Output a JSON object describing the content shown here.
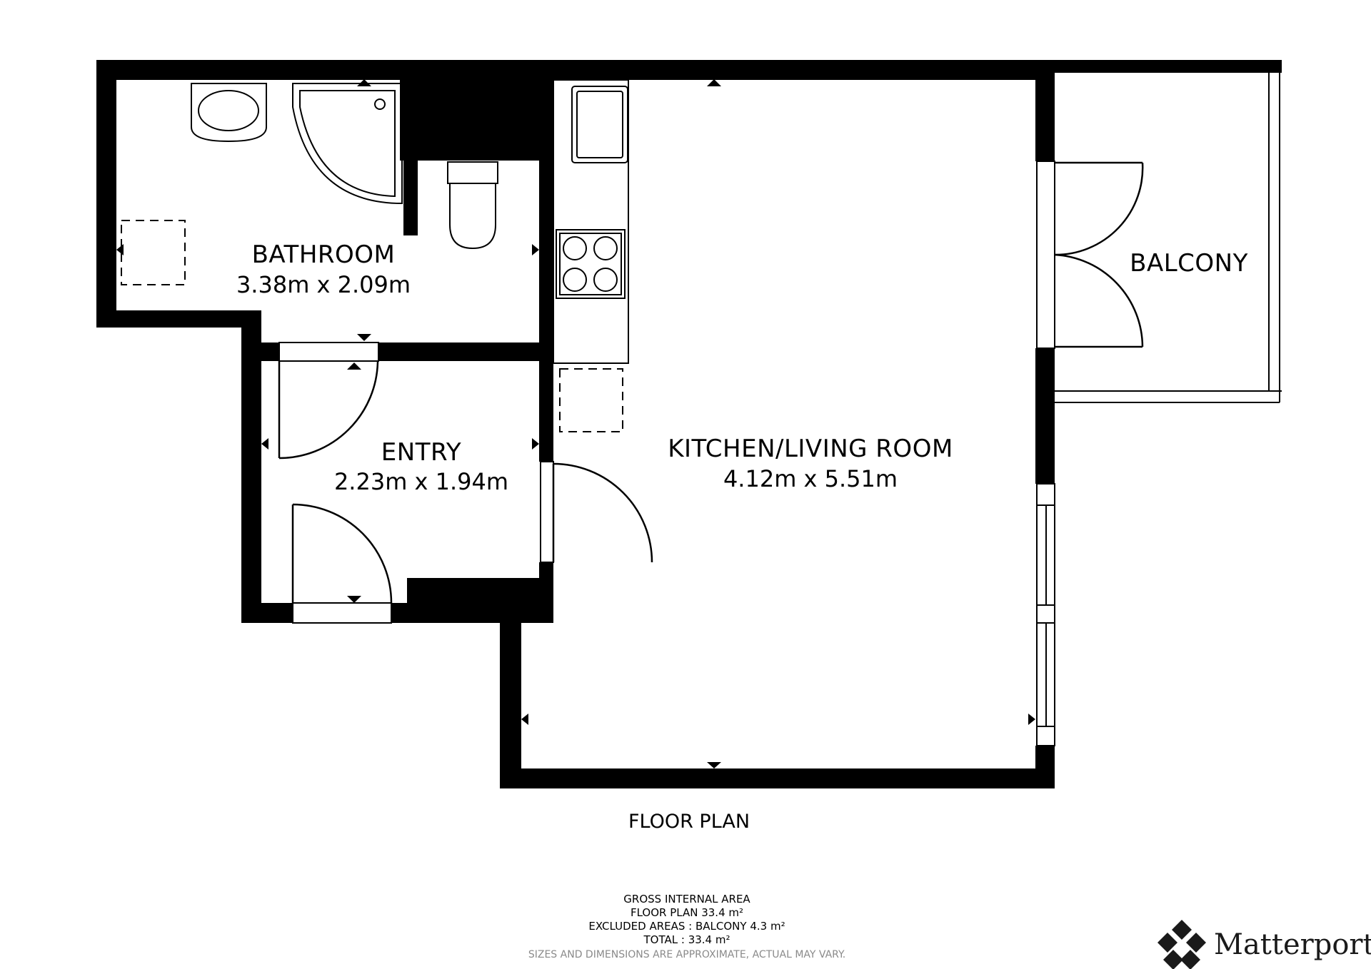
{
  "rooms": {
    "bathroom": {
      "name": "BATHROOM",
      "dims": "3.38m x 2.09m"
    },
    "entry": {
      "name": "ENTRY",
      "dims": "2.23m x 1.94m"
    },
    "kitchen_living": {
      "name": "KITCHEN/LIVING ROOM",
      "dims": "4.12m x 5.51m"
    },
    "balcony": {
      "name": "BALCONY"
    }
  },
  "caption": "FLOOR PLAN",
  "area_summary": {
    "heading": "GROSS INTERNAL AREA",
    "floor_plan": "FLOOR PLAN 33.4 m²",
    "excluded": "EXCLUDED AREAS :  BALCONY 4.3 m²",
    "total": "TOTAL :  33.4 m²",
    "note": "SIZES AND DIMENSIONS ARE APPROXIMATE, ACTUAL MAY VARY."
  },
  "brand": {
    "name": "Matterport",
    "icon": "matterport-logo-icon"
  },
  "colors": {
    "wall": "#000000",
    "fixture": "#000000",
    "background": "#ffffff",
    "note": "#8a8a8a"
  }
}
